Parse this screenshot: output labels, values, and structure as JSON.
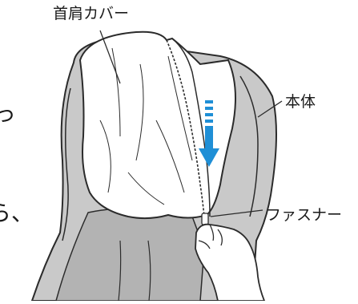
{
  "labels": {
    "neck_cover": "首肩カバー",
    "main_body": "本体",
    "zipper": "ファスナー"
  },
  "edge_text": {
    "line1": "っ",
    "line2": "ら、"
  },
  "icons": {
    "arrow": "down-arrow-icon",
    "hand": "hand-icon",
    "zipper_pull": "zipper-pull-icon"
  },
  "colors": {
    "body_fill": "#c9c9c9",
    "body_shade": "#b3b3b3",
    "cover_fill": "#ffffff",
    "outline": "#2b2b2b",
    "arrow_blue": "#1f8fd6"
  }
}
